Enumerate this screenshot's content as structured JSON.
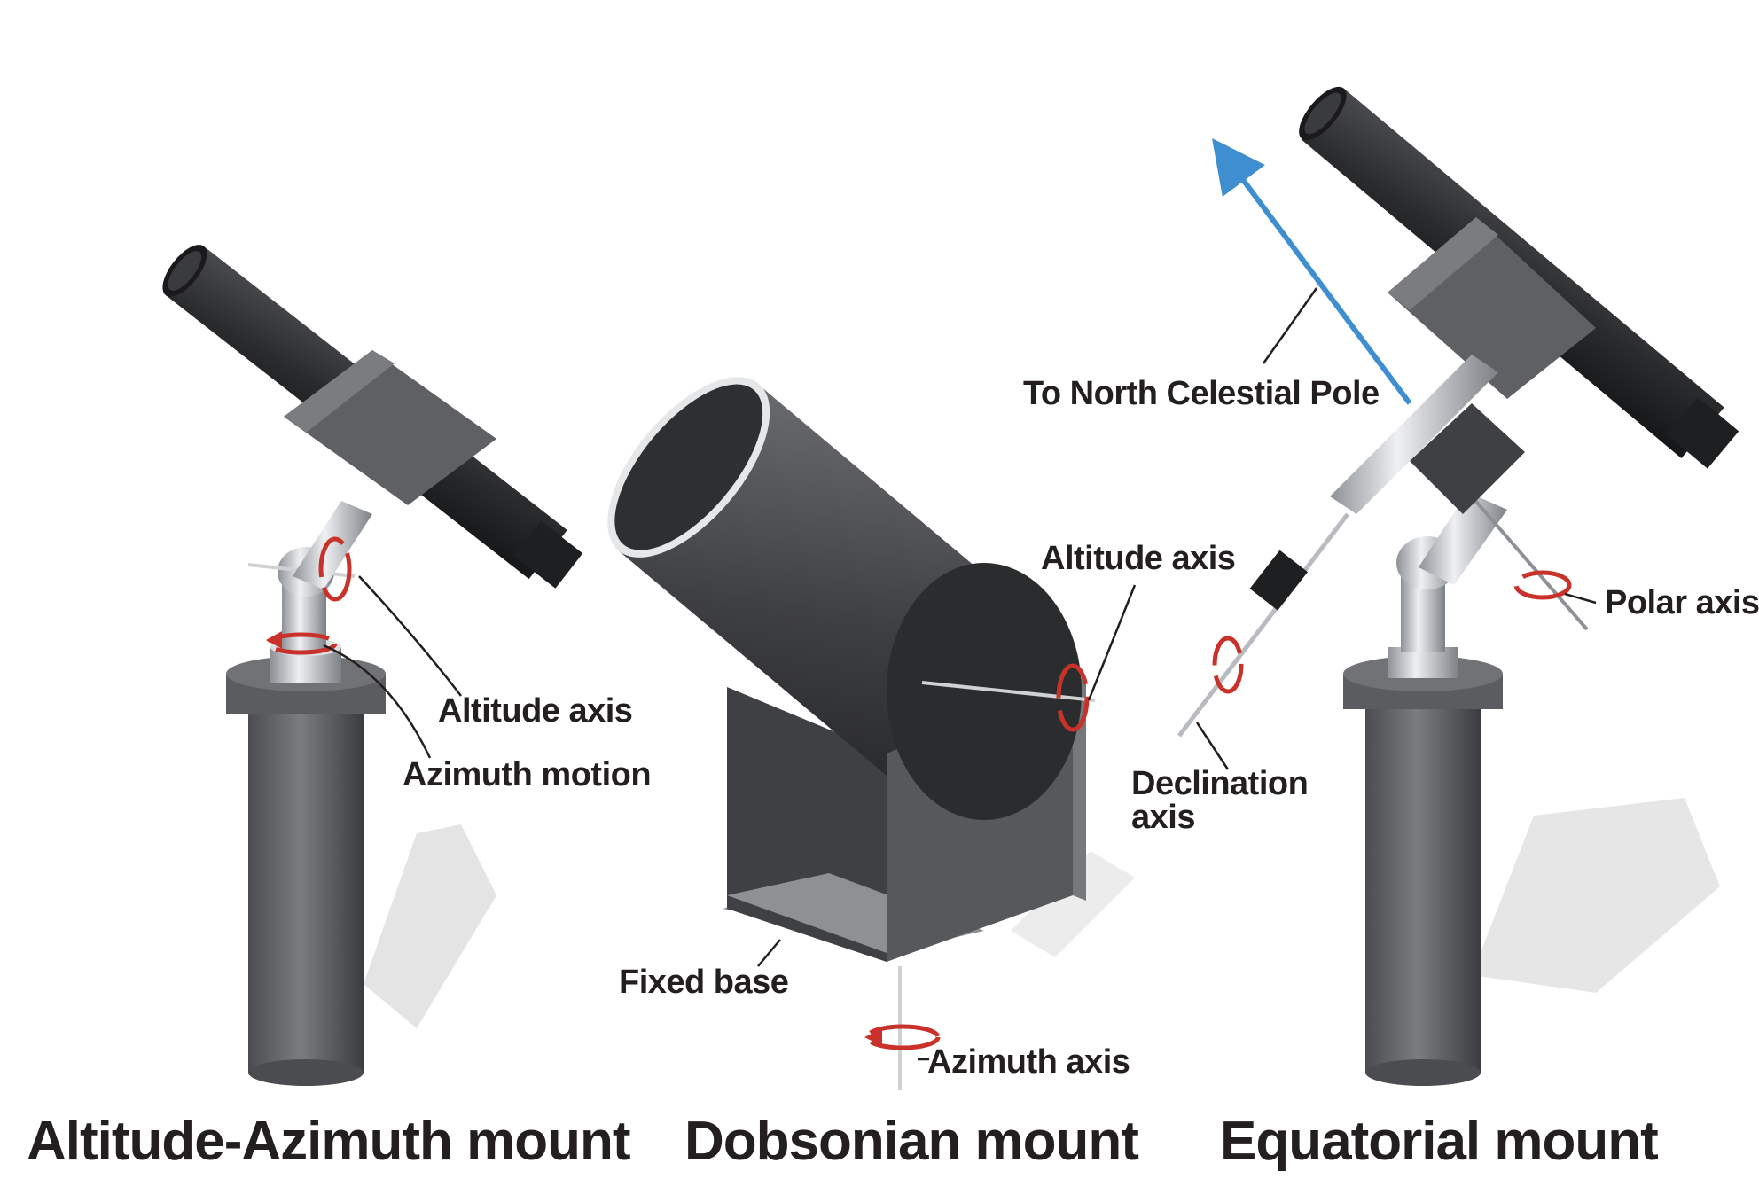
{
  "labels": {
    "altaz_altitude_axis": "Altitude axis",
    "altaz_azimuth_motion": "Azimuth motion",
    "dob_altitude_axis": "Altitude axis",
    "dob_fixed_base": "Fixed base",
    "dob_azimuth_axis": "Azimuth axis",
    "eq_north_pole": "To North Celestial Pole",
    "eq_polar_axis": "Polar axis",
    "eq_declination_axis_line1": "Declination",
    "eq_declination_axis_line2": "axis"
  },
  "titles": {
    "altaz": "Altitude-Azimuth mount",
    "dobsonian": "Dobsonian mount",
    "equatorial": "Equatorial mount"
  },
  "colors": {
    "tube_dark": "#2b2b2d",
    "metal": "#b8bcc0",
    "pier": "#5e6064",
    "arrow_red": "#c8322a",
    "pole_arrow": "#3f8fd0",
    "text": "#231f20"
  }
}
